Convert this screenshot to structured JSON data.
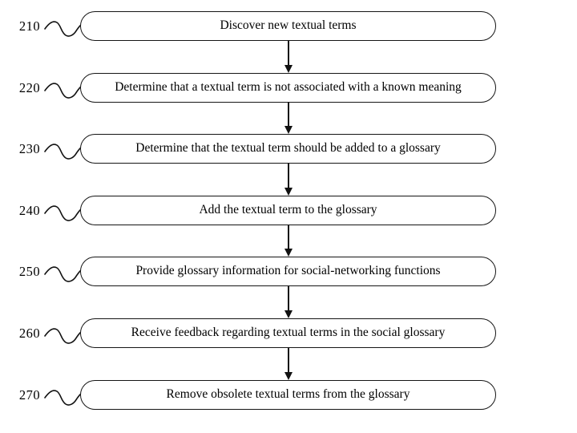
{
  "figure": {
    "type": "flowchart",
    "background_color": "#ffffff",
    "line_color": "#111111",
    "steps": [
      {
        "ref": "210",
        "text": "Discover new textual terms"
      },
      {
        "ref": "220",
        "text": "Determine that a textual term is not associated with a known meaning"
      },
      {
        "ref": "230",
        "text": "Determine that the textual term should be added to a glossary"
      },
      {
        "ref": "240",
        "text": "Add the textual term to the glossary"
      },
      {
        "ref": "250",
        "text": "Provide glossary information for social-networking functions"
      },
      {
        "ref": "260",
        "text": "Receive feedback regarding textual terms in the social glossary"
      },
      {
        "ref": "270",
        "text": "Remove obsolete textual terms from the glossary"
      }
    ]
  }
}
